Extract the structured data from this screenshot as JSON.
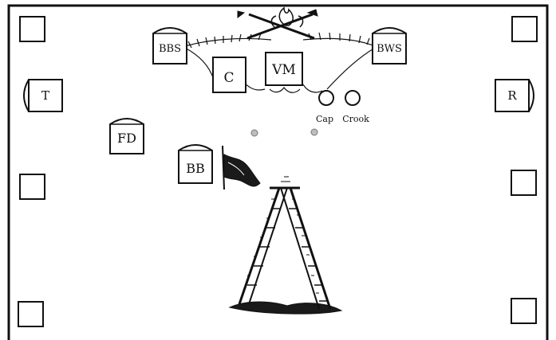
{
  "colors": {
    "ink": "#111111",
    "paper": "#ffffff",
    "dot": "#bdbdbd"
  },
  "labels": {
    "bbs": "BBS",
    "bws": "BWS",
    "c": "C",
    "vm": "VM",
    "t": "T",
    "r": "R",
    "fd": "FD",
    "bb": "BB",
    "cap": "Cap",
    "crook": "Crook"
  },
  "icons": {
    "crossed_axes": "crossed-axes-icon",
    "flame": "flame-icon",
    "banner": "banner-icon",
    "ladder": "ladder-icon",
    "wreath": "wreath-icon"
  }
}
